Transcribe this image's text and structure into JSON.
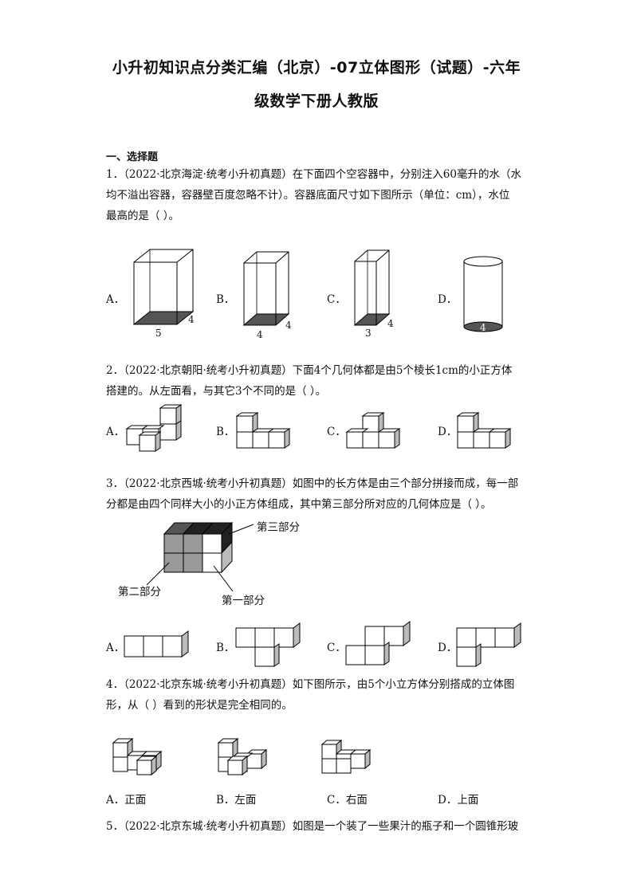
{
  "title_line1": "小升初知识点分类汇编（北京）-07立体图形（试题）-六年",
  "title_line2": "级数学下册人教版",
  "section": "一、选择题",
  "q1": {
    "line1": "1．（2022·北京海淀·统考小升初真题）在下面四个空容器中，分别注入60毫升的水（水",
    "line2": "均不溢出容器，容器壁百度忽略不计）。容器底面尺寸如下图所示（单位：cm），水位",
    "line3": "最高的是（    ）。",
    "options": [
      "A．",
      "B．",
      "C．",
      "D．"
    ],
    "dims": {
      "a_w": "5",
      "a_d": "4",
      "b_w": "4",
      "b_d": "4",
      "c_w": "3",
      "c_d": "4",
      "d_dia": "4"
    }
  },
  "q2": {
    "line1": "2．（2022·北京朝阳·统考小升初真题）下面4个几何体都是由5个棱长1cm的小正方体",
    "line2": "搭建的。从左面看，与其它3个不同的是（    ）。",
    "options": [
      "A．",
      "B．",
      "C．",
      "D．"
    ]
  },
  "q3": {
    "line1": "3．（2022·北京西城·统考小升初真题）如图中的长方体是由三个部分拼接而成，每一部",
    "line2": "分都是由四个同样大小的小正方体组成，其中第三部分所对应的几何体应是（    ）。",
    "label3": "第三部分",
    "label2": "第二部分",
    "label1": "第一部分",
    "options": [
      "A．",
      "B．",
      "C．",
      "D．"
    ]
  },
  "q4": {
    "line1": "4．（2022·北京东城·统考小升初真题）如下图所示，由5个小立方体分别搭成的立体图",
    "line2": "形，从（    ）看到的形状是完全相同的。",
    "options": [
      "A．正面",
      "B．左面",
      "C．右面",
      "D．上面"
    ]
  },
  "q5": {
    "line1": "5．（2022·北京东城·统考小升初真题）如图是一个装了一些果汁的瓶子和一个圆锥形玻"
  }
}
